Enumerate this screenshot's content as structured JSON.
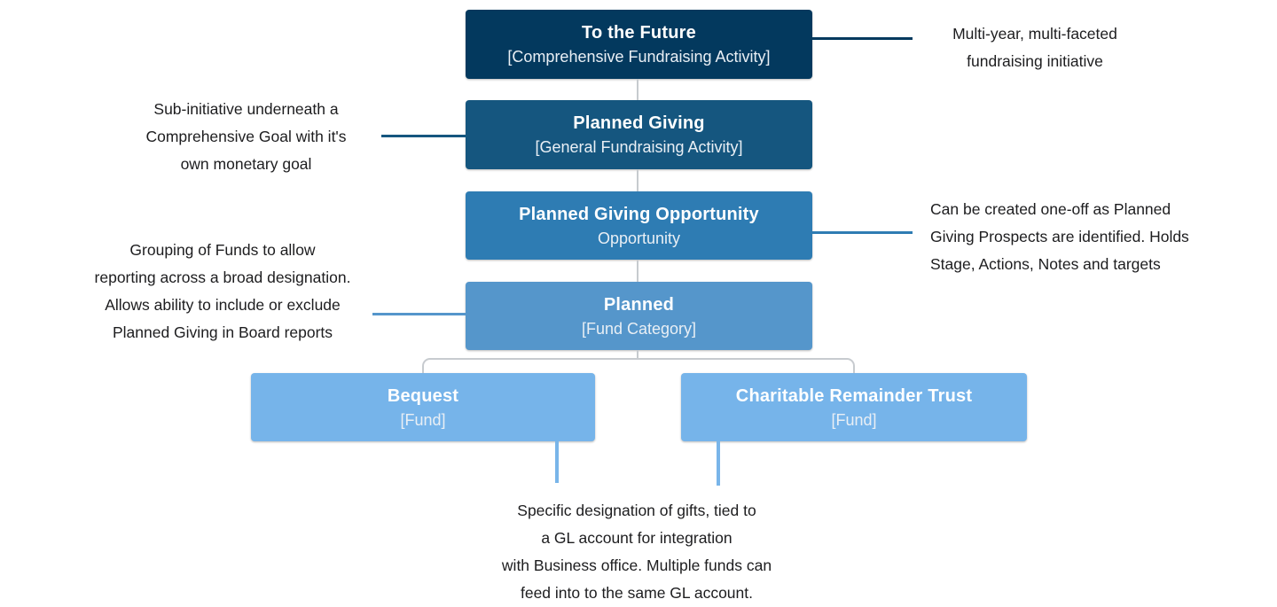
{
  "diagram": {
    "nodes": [
      {
        "id": "to-the-future",
        "title": "To the Future",
        "subtitle": "[Comprehensive Fundraising Activity]",
        "color": "#03395e"
      },
      {
        "id": "planned-giving",
        "title": "Planned Giving",
        "subtitle": "[General Fundraising Activity]",
        "color": "#15567f"
      },
      {
        "id": "planned-giving-opportunity",
        "title": "Planned Giving Opportunity",
        "subtitle": "Opportunity",
        "color": "#2e7cb3"
      },
      {
        "id": "planned",
        "title": "Planned",
        "subtitle": "[Fund Category]",
        "color": "#5596cb"
      },
      {
        "id": "bequest",
        "title": "Bequest",
        "subtitle": "[Fund]",
        "color": "#76b4ea"
      },
      {
        "id": "charitable-remainder-trust",
        "title": "Charitable Remainder Trust",
        "subtitle": "[Fund]",
        "color": "#76b4ea"
      }
    ],
    "annotations": {
      "future_note": "Multi-year, multi-faceted\nfundraising initiative",
      "planned_giving_note": "Sub-initiative underneath a\nComprehensive Goal with it's\nown monetary goal",
      "opportunity_note": "Can be created one-off as Planned\nGiving Prospects are identified. Holds\nStage, Actions, Notes and targets",
      "fund_category_note": "Grouping of Funds to allow\nreporting across a broad designation.\nAllows ability to include or exclude\nPlanned Giving in Board reports",
      "fund_note": "Specific designation of gifts, tied to\na GL account for integration\nwith Business office. Multiple funds can\nfeed into to the same GL account."
    },
    "colors": {
      "level1": "#03395e",
      "level2": "#15567f",
      "level3": "#2e7cb3",
      "level4": "#5596cb",
      "level5": "#76b4ea",
      "tree_line": "#c7cbcf",
      "fund_leader_line": "#79b5e9",
      "annotation_text": "#1d1d1f"
    }
  }
}
